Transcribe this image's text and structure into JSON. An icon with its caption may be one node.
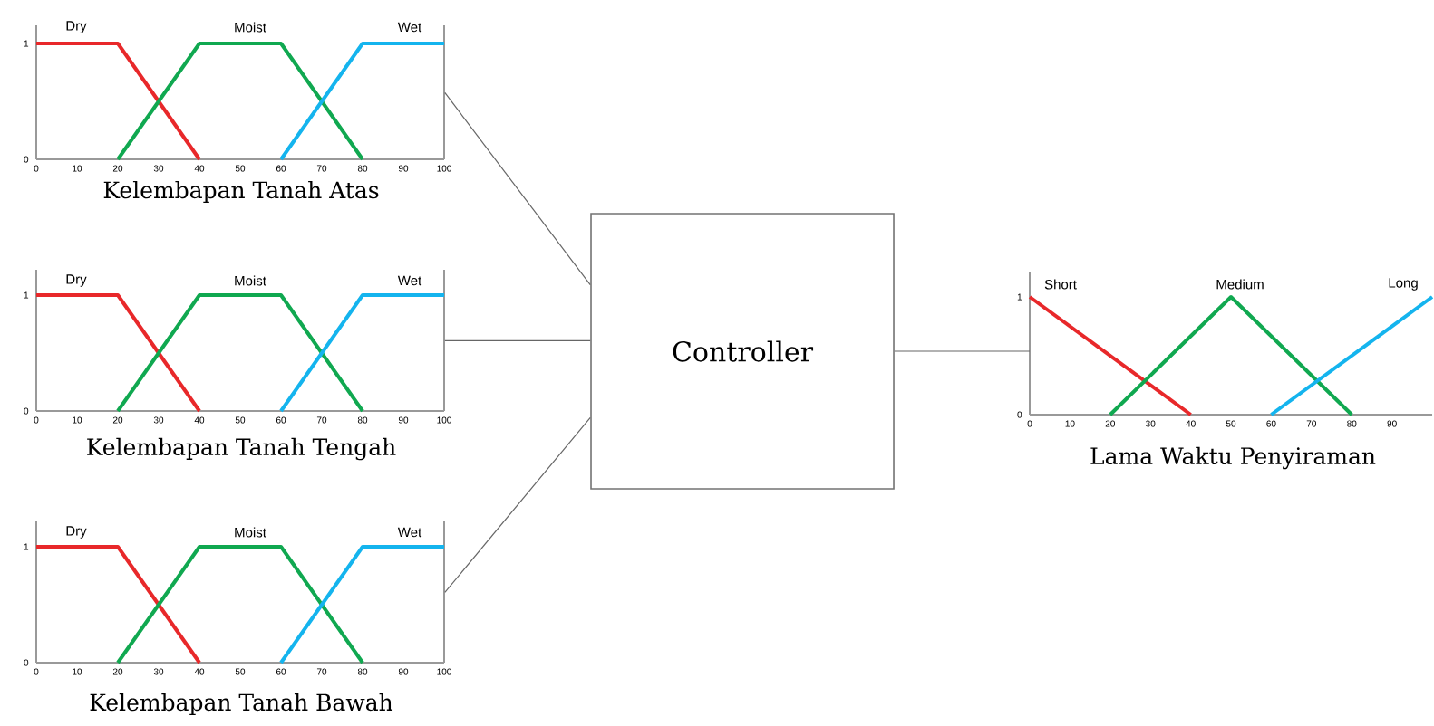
{
  "diagram": {
    "nodes": [
      {
        "text": [
          "Dry",
          "Moist",
          "Wet",
          "Kelembapan Tanah Atas"
        ]
      },
      {
        "text": [
          "Dry",
          "Moist",
          "Wet",
          "Kelembapan Tanah Tengah"
        ]
      },
      {
        "text": [
          "Dry",
          "Moist",
          "Wet",
          "Kelembapan Tanah Bawah"
        ]
      },
      {
        "text": [
          "Controller"
        ]
      },
      {
        "text": [
          "Short",
          "Medium",
          "Long",
          "Lama Waktu Penyiraman"
        ]
      }
    ],
    "edges": [
      {
        "from": 0,
        "to": 3,
        "arrow": "none"
      },
      {
        "from": 1,
        "to": 3,
        "arrow": "none"
      },
      {
        "from": 2,
        "to": 3,
        "arrow": "none"
      },
      {
        "from": 3,
        "to": 4,
        "arrow": "none"
      }
    ],
    "labels": [
      "1",
      "0",
      "0",
      "10",
      "20",
      "30",
      "40",
      "50",
      "60",
      "70",
      "80",
      "90",
      "100",
      "1",
      "0",
      "0",
      "10",
      "20",
      "30",
      "40",
      "50",
      "60",
      "70",
      "80",
      "90",
      "100",
      "1",
      "0",
      "0",
      "10",
      "20",
      "30",
      "40",
      "50",
      "60",
      "70",
      "80",
      "90",
      "100",
      "1",
      "0",
      "0",
      "10",
      "20",
      "30",
      "40",
      "50",
      "60",
      "70",
      "80",
      "90"
    ]
  }
}
